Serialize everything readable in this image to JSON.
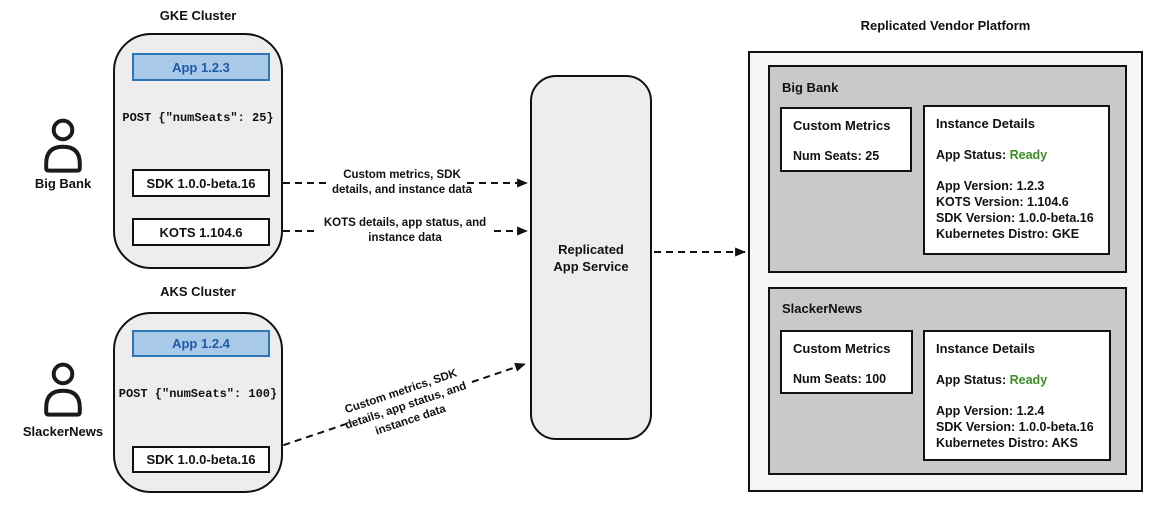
{
  "users": [
    {
      "name": "Big Bank"
    },
    {
      "name": "SlackerNews"
    }
  ],
  "clusters": [
    {
      "title": "GKE Cluster",
      "app_label": "App 1.2.3",
      "post_label": "POST {\"numSeats\": 25}",
      "sdk_label": "SDK 1.0.0-beta.16",
      "kots_label": "KOTS 1.104.6"
    },
    {
      "title": "AKS Cluster",
      "app_label": "App 1.2.4",
      "post_label": "POST {\"numSeats\": 100}",
      "sdk_label": "SDK 1.0.0-beta.16"
    }
  ],
  "arrows": {
    "sdk_lines": [
      "Custom metrics, SDK",
      "details, and instance data"
    ],
    "kots_lines": [
      "KOTS details, app status, and",
      "instance data"
    ],
    "combined_lines": [
      "Custom metrics, SDK",
      "details, app status, and",
      "instance data"
    ]
  },
  "service": {
    "label": "Replicated App Service"
  },
  "platform": {
    "title": "Replicated Vendor Platform",
    "customers": [
      {
        "name": "Big Bank",
        "custom_metrics": {
          "title": "Custom Metrics",
          "metric": "Num Seats: 25"
        },
        "instance_details": {
          "title": "Instance Details",
          "app_status_label": "App Status:",
          "app_status_value": "Ready",
          "lines": [
            "App Version: 1.2.3",
            "KOTS Version: 1.104.6",
            "SDK Version: 1.0.0-beta.16",
            "Kubernetes Distro: GKE"
          ]
        }
      },
      {
        "name": "SlackerNews",
        "custom_metrics": {
          "title": "Custom Metrics",
          "metric": "Num Seats: 100"
        },
        "instance_details": {
          "title": "Instance Details",
          "app_status_label": "App Status:",
          "app_status_value": "Ready",
          "lines": [
            "App Version: 1.2.4",
            "SDK Version: 1.0.0-beta.16",
            "Kubernetes Distro: AKS"
          ]
        }
      }
    ]
  },
  "colors": {
    "app_fill": "#a9c9e9",
    "app_border": "#2e75b6",
    "app_text": "#1e5aa8",
    "status_ready_green": "#3a8e23",
    "cluster_fill": "#ededed",
    "panel_fill": "#c9c9c9",
    "platform_fill": "#f5f5f5"
  }
}
